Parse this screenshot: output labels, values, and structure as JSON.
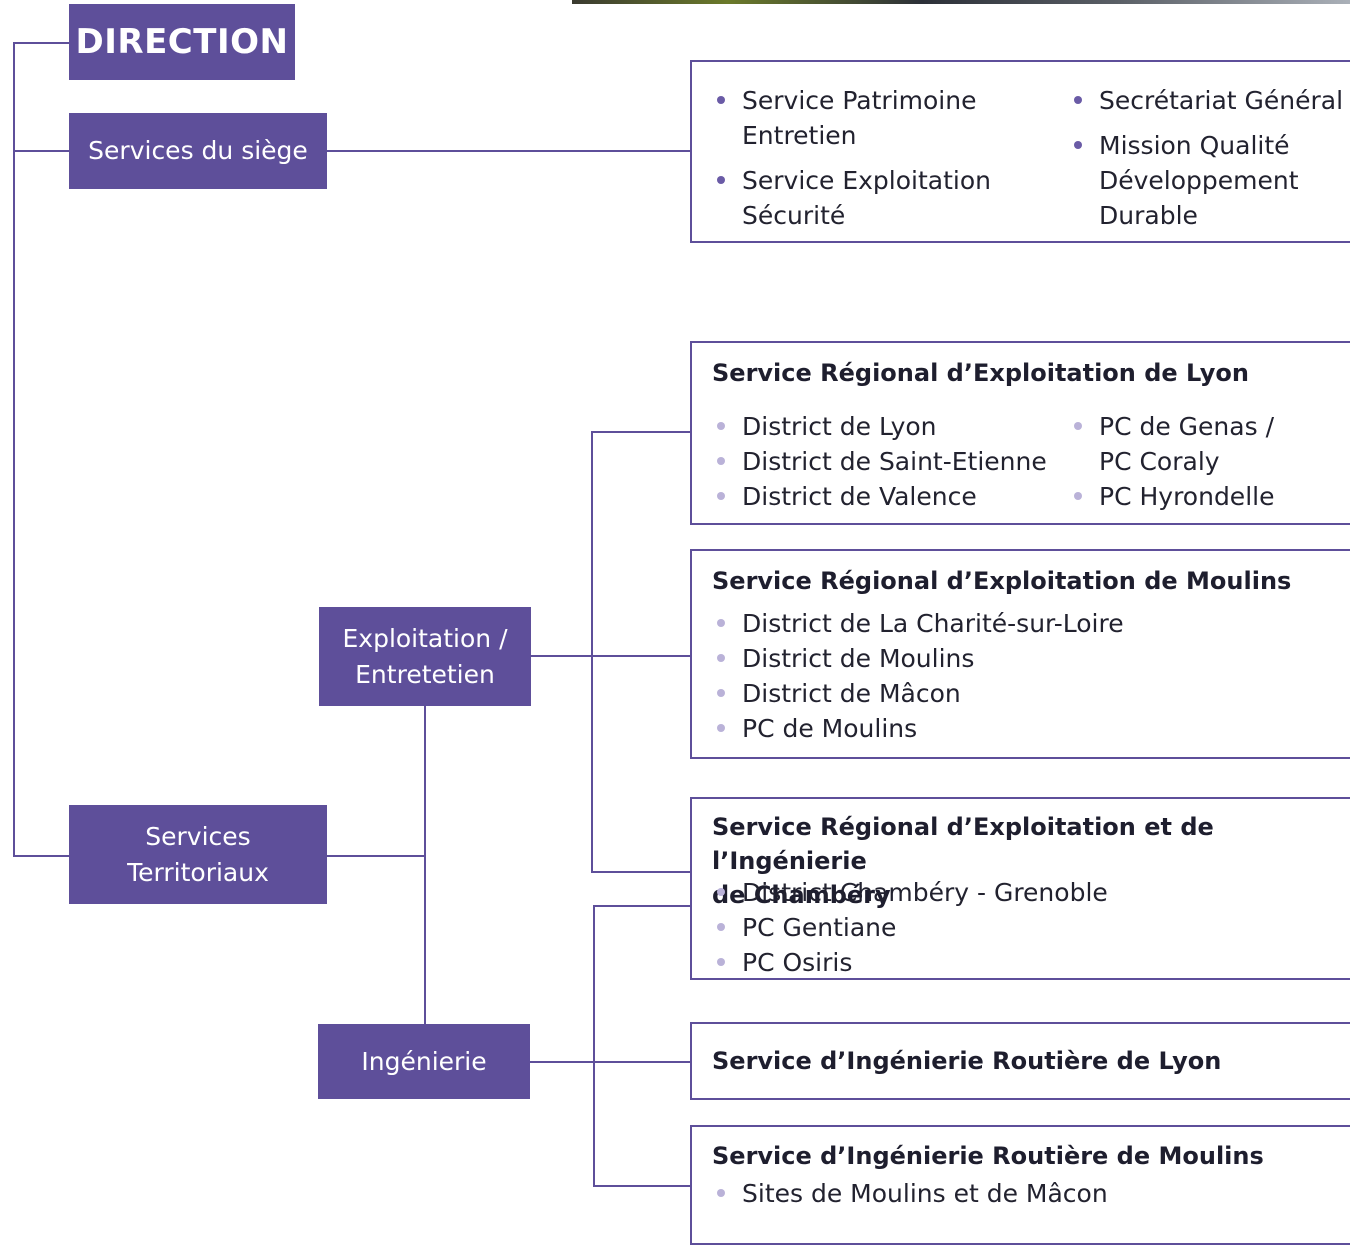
{
  "colors": {
    "box_fill": "#5e4f9a",
    "line": "#5e4f9a",
    "bullet_dark": "#6a5ba6",
    "bullet_light": "#bab2d8"
  },
  "nodes": {
    "direction": "DIRECTION",
    "services_siege": "Services du siège",
    "services_territoriaux": "Services\nTerritoriaux",
    "exploitation": "Exploitation /\nEntretetien",
    "ingenierie": "Ingénierie"
  },
  "siege_box": {
    "col1": [
      "Service Patrimoine\nEntretien",
      "Service Exploitation\nSécurité"
    ],
    "col2": [
      "Secrétariat Général",
      "Mission Qualité\nDéveloppement\nDurable"
    ]
  },
  "lyon_box": {
    "title": "Service Régional d’Exploitation de Lyon",
    "col1": [
      "District de Lyon",
      "District de Saint-Etienne",
      "District de Valence"
    ],
    "col2": [
      "PC de Genas /\nPC Coraly",
      "PC Hyrondelle"
    ]
  },
  "moulins_box": {
    "title": "Service Régional d’Exploitation de Moulins",
    "items": [
      "District de La Charité-sur-Loire",
      "District de Moulins",
      "District de Mâcon",
      "PC de Moulins"
    ]
  },
  "chambery_box": {
    "title": "Service Régional d’Exploitation et de l’Ingénierie\nde Chambéry",
    "items": [
      "District Chambéry - Grenoble",
      "PC Gentiane",
      "PC Osiris"
    ]
  },
  "sir_lyon_box": {
    "title": "Service d’Ingénierie Routière de Lyon"
  },
  "sir_moulins_box": {
    "title": "Service d’Ingénierie Routière de Moulins",
    "items": [
      "Sites de Moulins et de Mâcon"
    ]
  }
}
